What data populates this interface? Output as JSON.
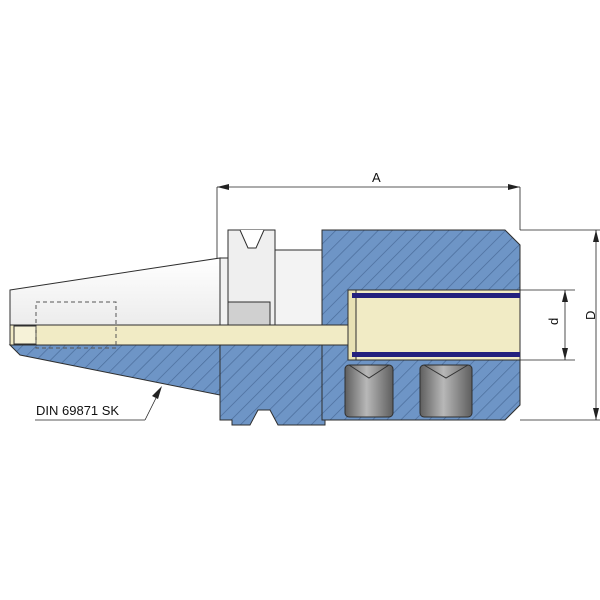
{
  "labels": {
    "dim_a": "A",
    "dim_d_small": "d",
    "dim_d_large": "D",
    "standard": "DIN 69871 SK"
  },
  "colors": {
    "section_fill": "#6E95C6",
    "hatch": "#3A5A86",
    "bore_fill": "#F1EBC5",
    "taper_fill": "#F4F4F4",
    "steel_fill": "#E8E8E8",
    "outline": "#2E2E2E",
    "oring": "#23207E",
    "screw_fill": "#8E8E8E",
    "dimension_line": "#222222"
  }
}
